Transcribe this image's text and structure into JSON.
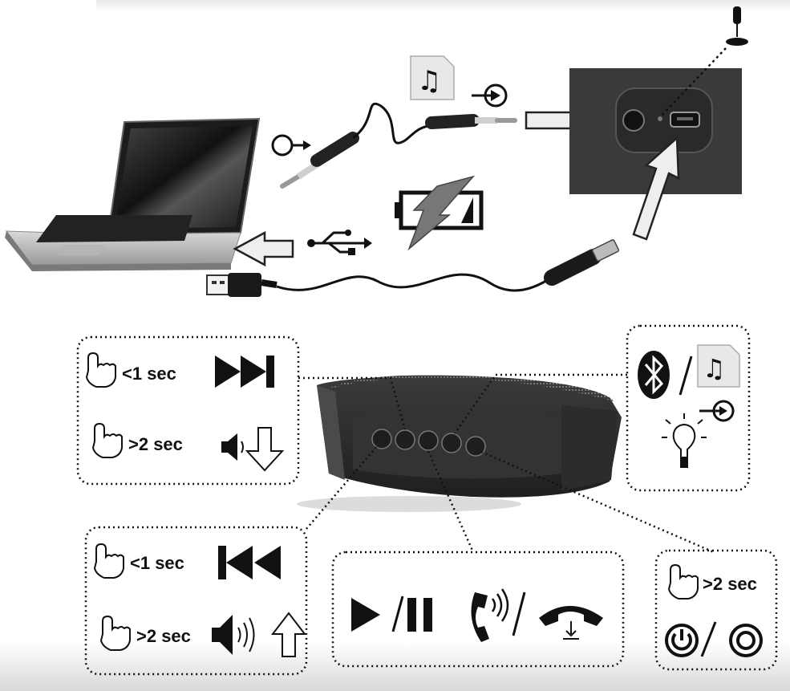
{
  "labels": {
    "next_duration": "<1 sec",
    "vol_down_duration": ">2 sec",
    "prev_duration": "<1 sec",
    "vol_up_duration": ">2 sec",
    "power_duration": ">2 sec"
  },
  "icons": {
    "line_out": "audio-out-icon",
    "line_in": "audio-in-icon",
    "music": "music-note-icon",
    "usb": "usb-icon",
    "charging": "battery-charging-icon",
    "bluetooth": "bluetooth-icon",
    "indicator": "light-bulb-icon",
    "press": "pointing-hand-icon",
    "next": "next-track-icon",
    "previous": "previous-track-icon",
    "volume_down": "volume-down-icon",
    "volume_up": "volume-up-icon",
    "play_pause": "play-pause-icon",
    "answer_call": "phone-ringing-icon",
    "hang_up": "hang-up-icon",
    "power": "power-icon"
  },
  "colors": {
    "device": "#2e2e2e",
    "device_panel": "#3a3a3a",
    "cable": "#111111",
    "outline": "#111111",
    "arrow_fill": "#eeeeee"
  }
}
